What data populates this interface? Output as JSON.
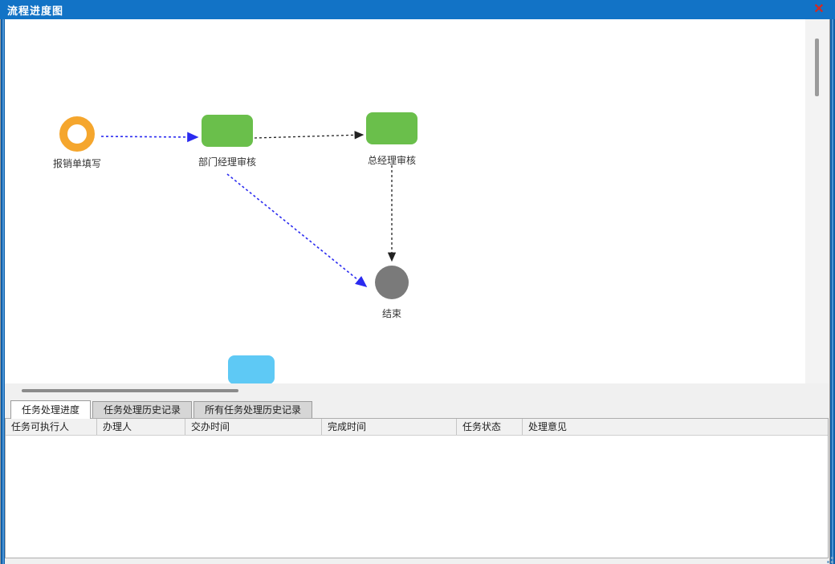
{
  "window": {
    "title": "流程进度图",
    "close_label": "✕"
  },
  "colors": {
    "titlebar": "#1273c6",
    "close_x": "#d8281e",
    "task_green": "#6abf4b",
    "task_blue": "#5ec9f5",
    "start_ring_orange": "#f5a62d",
    "end_gray": "#7a7a7a",
    "edge_blue": "#2a2af0",
    "edge_black": "#222222"
  },
  "flow": {
    "nodes": [
      {
        "id": "start",
        "label": "报销单填写",
        "shape": "ring",
        "color": "#f5a62d"
      },
      {
        "id": "dept-manager-review",
        "label": "部门经理审核",
        "shape": "rounded-rect",
        "color": "#6abf4b"
      },
      {
        "id": "general-manager-review",
        "label": "总经理审核",
        "shape": "rounded-rect",
        "color": "#6abf4b"
      },
      {
        "id": "end",
        "label": "结束",
        "shape": "circle",
        "color": "#7a7a7a"
      },
      {
        "id": "offscreen-task",
        "label": "",
        "shape": "rounded-rect",
        "color": "#5ec9f5"
      }
    ],
    "edges": [
      {
        "from": "start",
        "to": "dept-manager-review",
        "style": "dashed",
        "color": "blue"
      },
      {
        "from": "dept-manager-review",
        "to": "general-manager-review",
        "style": "dashed",
        "color": "black"
      },
      {
        "from": "general-manager-review",
        "to": "end",
        "style": "dashed",
        "color": "black"
      },
      {
        "from": "dept-manager-review",
        "to": "end",
        "style": "dashed",
        "color": "blue"
      }
    ]
  },
  "tabs": [
    {
      "label": "任务处理进度",
      "active": true
    },
    {
      "label": "任务处理历史记录",
      "active": false
    },
    {
      "label": "所有任务处理历史记录",
      "active": false
    }
  ],
  "table": {
    "columns": [
      "任务可执行人",
      "办理人",
      "交办时间",
      "完成时间",
      "任务状态",
      "处理意见"
    ],
    "rows": []
  }
}
